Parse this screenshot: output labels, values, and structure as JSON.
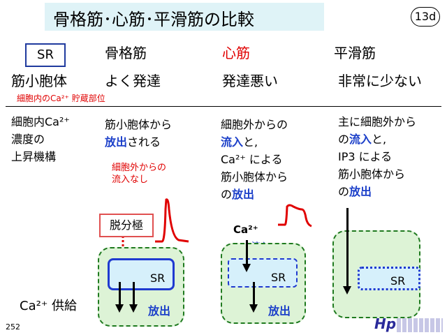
{
  "title": "骨格筋･心筋･平滑筋の比較",
  "slide_number": "13d",
  "sr_label": "SR",
  "columns": {
    "skeletal": "骨格筋",
    "cardiac": "心筋",
    "smooth": "平滑筋"
  },
  "row1": {
    "header": "筋小胞体",
    "note": "細胞内のCa²⁺ 貯蔵部位",
    "skeletal": "よく発達",
    "cardiac": "発達悪い",
    "smooth": "非常に少ない"
  },
  "row2": {
    "header_line1": "細胞内Ca²⁺",
    "header_line2": "濃度の",
    "header_line3": "上昇機構",
    "skeletal_line1": "筋小胞体から",
    "skeletal_blue": "放出",
    "skeletal_rest": "される",
    "skeletal_note_line1": "細胞外からの",
    "skeletal_note_line2": "流入なし",
    "cardiac_line1": "細胞外からの",
    "cardiac_blue1": "流入",
    "cardiac_after1": "と,",
    "cardiac_line3": "Ca²⁺ による",
    "cardiac_line4": "筋小胞体から",
    "cardiac_pre5": "の",
    "cardiac_blue2": "放出",
    "smooth_line1": "主に細胞外から",
    "smooth_pre2": "の",
    "smooth_blue1": "流入",
    "smooth_after2": "と,",
    "smooth_line3": "IP3 による",
    "smooth_line4": "筋小胞体から",
    "smooth_pre5": "の",
    "smooth_blue2": "放出"
  },
  "diagram": {
    "depolarization": "脱分極",
    "sr": "SR",
    "release": "放出",
    "ca_label": "Ca²⁺",
    "influx": "流入",
    "supply": "Ca²⁺ 供給"
  },
  "page_number": "252",
  "logo_text": "Hp",
  "colors": {
    "blue_text": "#1b3fc9",
    "red": "#e00000",
    "green_border": "#1f7a1f",
    "green_fill": "#ddf3d6",
    "sr_fill": "#d6f0fb",
    "sr_blue_border": "#1f3ad0"
  }
}
